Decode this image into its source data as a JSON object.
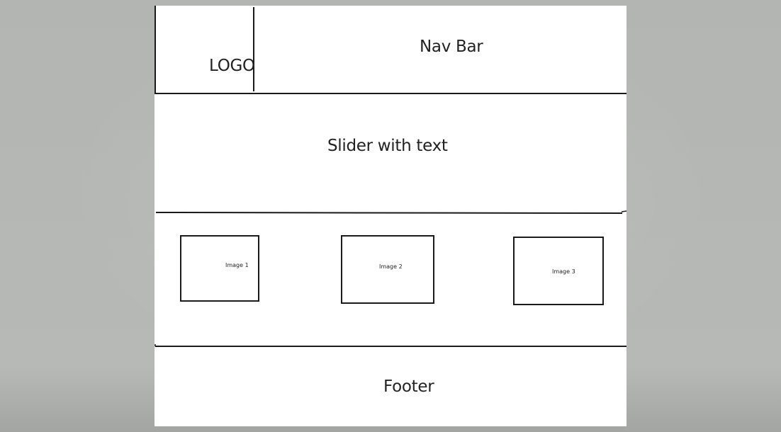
{
  "wireframe": {
    "header": {
      "logo_text": "LOGO",
      "nav_text": "Nav Bar"
    },
    "slider": {
      "text": "Slider with text"
    },
    "images": [
      {
        "label": "Image 1"
      },
      {
        "label": "Image 2"
      },
      {
        "label": "Image 3"
      }
    ],
    "footer": {
      "text": "Footer"
    }
  },
  "colors": {
    "background": "#b5b7b5",
    "canvas": "#ffffff",
    "line": "#1a1a1a",
    "text": "#222222"
  }
}
